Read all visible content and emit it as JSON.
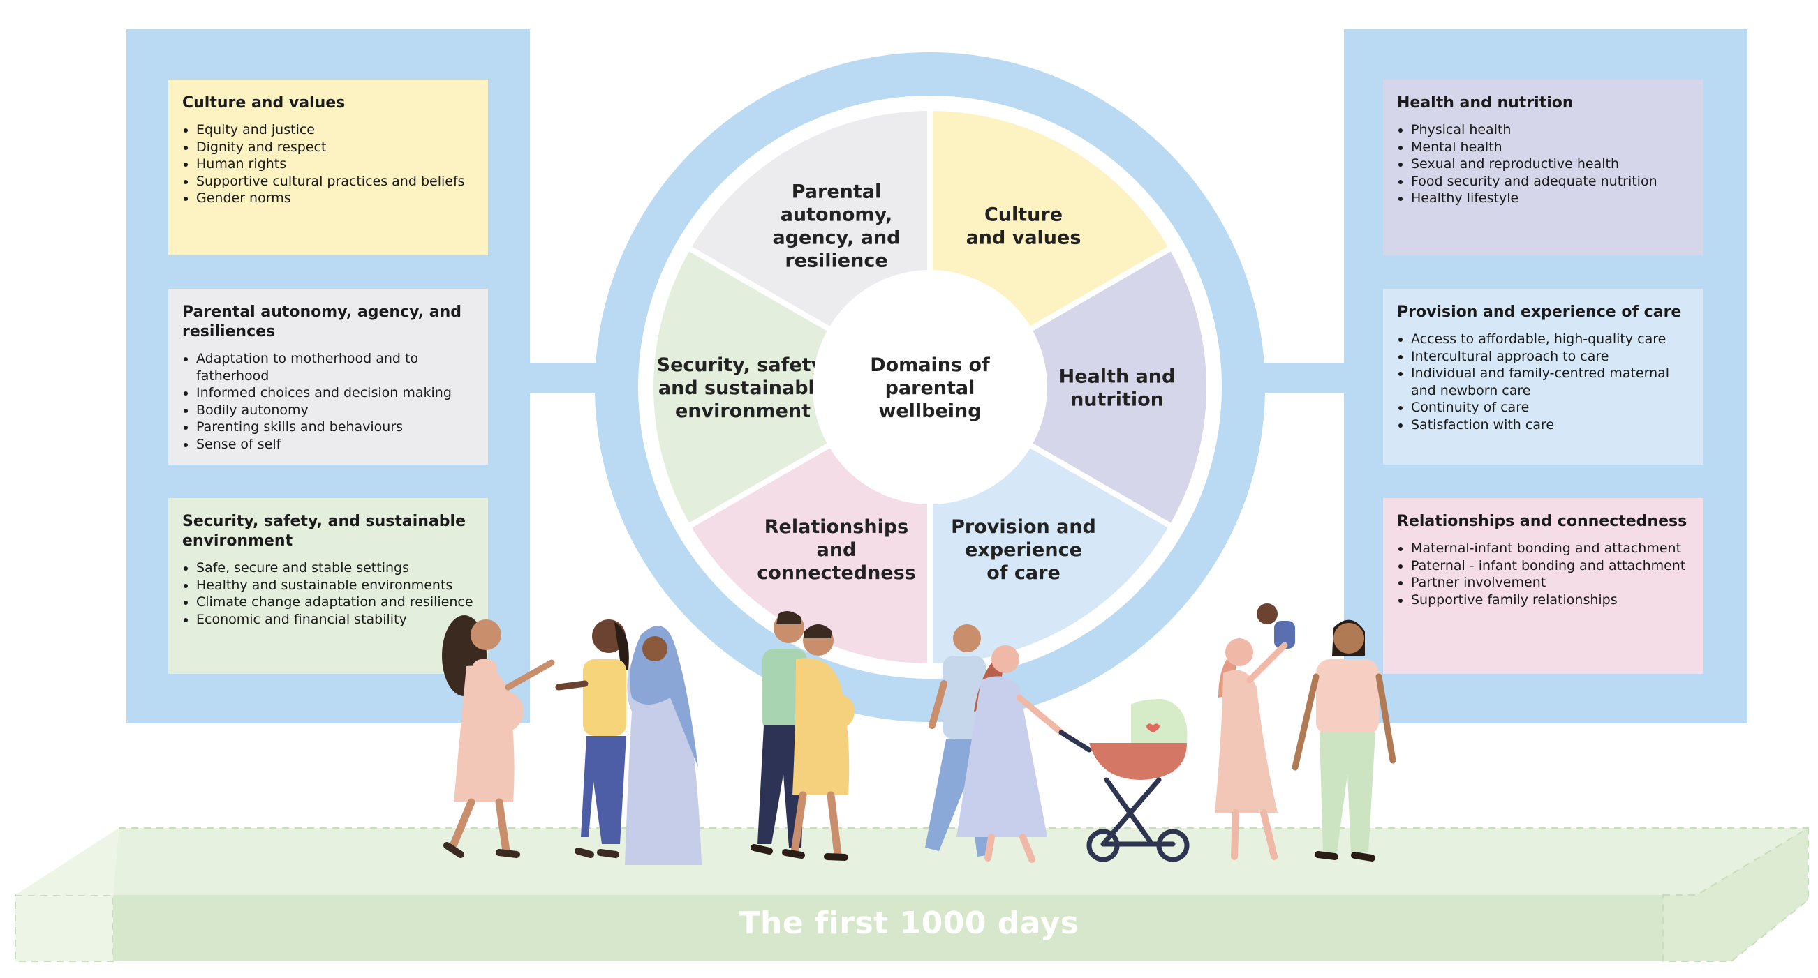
{
  "center_label": [
    "Domains of",
    "parental",
    "wellbeing"
  ],
  "stage_label": "The first 1000 days",
  "colors": {
    "panel": "#b9daf2",
    "culture": "#fcf2c2",
    "health": "#d5d6ea",
    "provision": "#d6e8f7",
    "relationships": "#f4dde6",
    "security": "#e3efdc",
    "autonomy": "#ececee",
    "stage": "#d7e7cc"
  },
  "segments": [
    {
      "id": "culture",
      "label": [
        "Culture",
        "and values"
      ]
    },
    {
      "id": "health",
      "label": [
        "Health and",
        "nutrition"
      ]
    },
    {
      "id": "provision",
      "label": [
        "Provision and",
        "experience",
        "of care"
      ]
    },
    {
      "id": "relationships",
      "label": [
        "Relationships",
        "and",
        "connectedness"
      ]
    },
    {
      "id": "security",
      "label": [
        "Security, safety,",
        "and sustainable",
        "environment"
      ]
    },
    {
      "id": "autonomy",
      "label": [
        "Parental",
        "autonomy,",
        "agency, and",
        "resilience"
      ]
    }
  ],
  "cards": {
    "culture": {
      "title": "Culture and values",
      "items": [
        "Equity and justice",
        "Dignity and respect",
        "Human rights",
        "Supportive cultural practices and beliefs",
        "Gender norms"
      ]
    },
    "autonomy": {
      "title": "Parental autonomy, agency, and resiliences",
      "items": [
        "Adaptation to motherhood and to fatherhood",
        "Informed choices and decision making",
        "Bodily autonomy",
        "Parenting skills and behaviours",
        "Sense of self"
      ]
    },
    "security": {
      "title": "Security, safety, and sustainable environment",
      "items": [
        "Safe, secure and stable settings",
        "Healthy and sustainable environments",
        "Climate change adaptation and resilience",
        "Economic and financial stability"
      ]
    },
    "health": {
      "title": "Health and nutrition",
      "items": [
        "Physical health",
        "Mental health",
        "Sexual and reproductive health",
        "Food security and adequate nutrition",
        "Healthy lifestyle"
      ]
    },
    "provision": {
      "title": "Provision and experience of care",
      "items": [
        "Access to affordable, high-quality care",
        "Intercultural approach to care",
        "Individual and family-centred maternal and newborn care",
        "Continuity of care",
        "Satisfaction with care"
      ]
    },
    "relationships": {
      "title": "Relationships and connectedness",
      "items": [
        "Maternal-infant bonding and attachment",
        "Paternal - infant bonding and attachment",
        "Partner involvement",
        "Supportive family relationships"
      ]
    }
  }
}
